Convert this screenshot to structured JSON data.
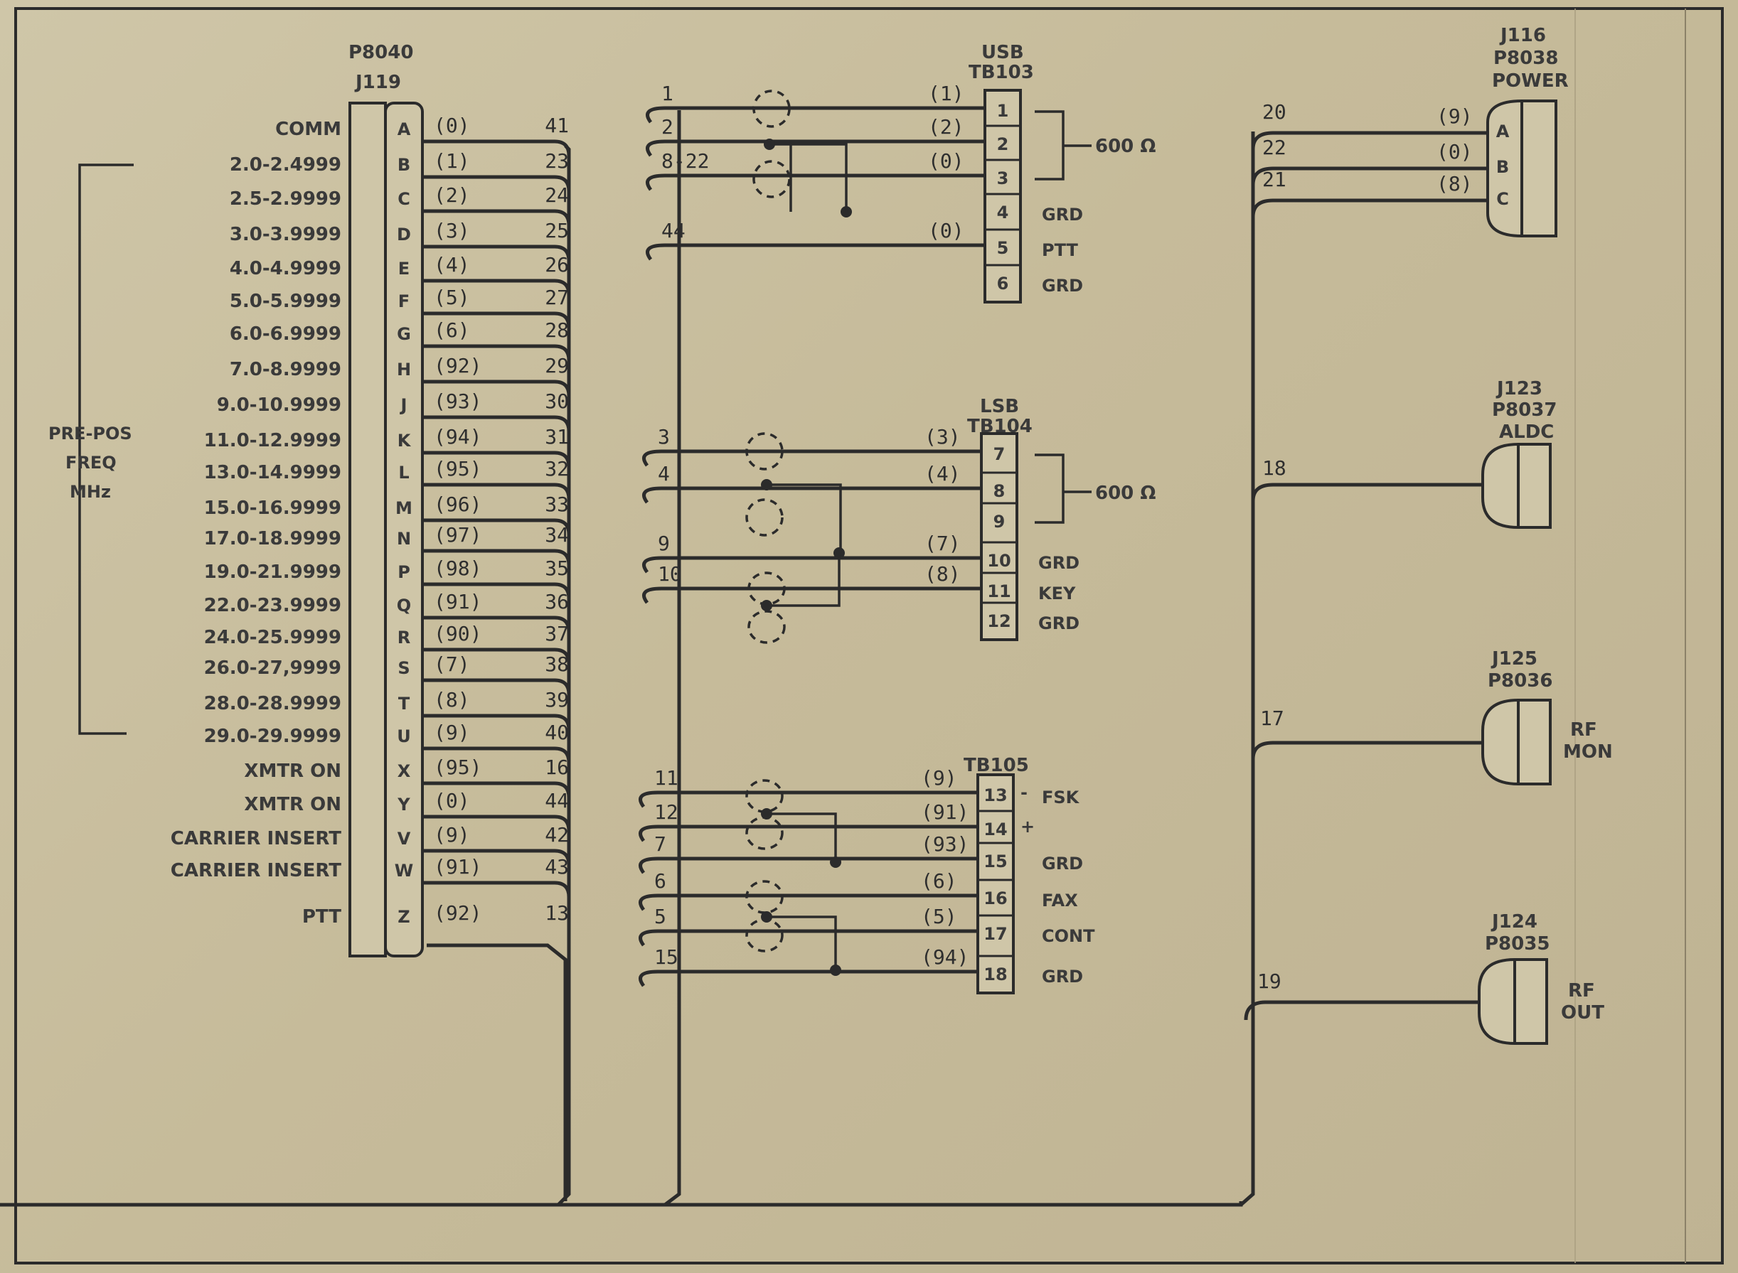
{
  "j119": {
    "connector": "P8040",
    "jack": "J119",
    "pins": [
      {
        "label": "COMM",
        "pin": "A",
        "wire": "(0)",
        "term": "41"
      },
      {
        "label": "2.0-2.4999",
        "pin": "B",
        "wire": "(1)",
        "term": "23"
      },
      {
        "label": "2.5-2.9999",
        "pin": "C",
        "wire": "(2)",
        "term": "24"
      },
      {
        "label": "3.0-3.9999",
        "pin": "D",
        "wire": "(3)",
        "term": "25"
      },
      {
        "label": "4.0-4.9999",
        "pin": "E",
        "wire": "(4)",
        "term": "26"
      },
      {
        "label": "5.0-5.9999",
        "pin": "F",
        "wire": "(5)",
        "term": "27"
      },
      {
        "label": "6.0-6.9999",
        "pin": "G",
        "wire": "(6)",
        "term": "28"
      },
      {
        "label": "7.0-8.9999",
        "pin": "H",
        "wire": "(92)",
        "term": "29"
      },
      {
        "label": "9.0-10.9999",
        "pin": "J",
        "wire": "(93)",
        "term": "30"
      },
      {
        "label": "11.0-12.9999",
        "pin": "K",
        "wire": "(94)",
        "term": "31"
      },
      {
        "label": "13.0-14.9999",
        "pin": "L",
        "wire": "(95)",
        "term": "32"
      },
      {
        "label": "15.0-16.9999",
        "pin": "M",
        "wire": "(96)",
        "term": "33"
      },
      {
        "label": "17.0-18.9999",
        "pin": "N",
        "wire": "(97)",
        "term": "34"
      },
      {
        "label": "19.0-21.9999",
        "pin": "P",
        "wire": "(98)",
        "term": "35"
      },
      {
        "label": "22.0-23.9999",
        "pin": "Q",
        "wire": "(91)",
        "term": "36"
      },
      {
        "label": "24.0-25.9999",
        "pin": "R",
        "wire": "(90)",
        "term": "37"
      },
      {
        "label": "26.0-27,9999",
        "pin": "S",
        "wire": "(7)",
        "term": "38"
      },
      {
        "label": "28.0-28.9999",
        "pin": "T",
        "wire": "(8)",
        "term": "39"
      },
      {
        "label": "29.0-29.9999",
        "pin": "U",
        "wire": "(9)",
        "term": "40"
      },
      {
        "label": "XMTR ON",
        "pin": "X",
        "wire": "(95)",
        "term": "16"
      },
      {
        "label": "XMTR ON",
        "pin": "Y",
        "wire": "(0)",
        "term": "44"
      },
      {
        "label": "CARRIER INSERT",
        "pin": "V",
        "wire": "(9)",
        "term": "42"
      },
      {
        "label": "CARRIER INSERT",
        "pin": "W",
        "wire": "(91)",
        "term": "43"
      },
      {
        "label": "PTT",
        "pin": "Z",
        "wire": "(92)",
        "term": "13"
      }
    ]
  },
  "prepos": {
    "line1": "PRE-POS",
    "line2": "FREQ",
    "line3": "MHz"
  },
  "tb103": {
    "title1": "USB",
    "title2": "TB103",
    "impedance": "600 Ω",
    "rows": [
      {
        "src": "1",
        "wire": "(1)",
        "term": "1",
        "fn": ""
      },
      {
        "src": "2",
        "wire": "(2)",
        "term": "2",
        "fn": ""
      },
      {
        "src": "8-22",
        "wire": "(0)",
        "term": "3",
        "fn": ""
      },
      {
        "src": "",
        "wire": "",
        "term": "4",
        "fn": "GRD"
      },
      {
        "src": "44",
        "wire": "(0)",
        "term": "5",
        "fn": "PTT"
      },
      {
        "src": "",
        "wire": "",
        "term": "6",
        "fn": "GRD"
      }
    ]
  },
  "tb104": {
    "title1": "LSB",
    "title2": "TB104",
    "impedance": "600 Ω",
    "rows": [
      {
        "src": "3",
        "wire": "(3)",
        "term": "7",
        "fn": ""
      },
      {
        "src": "4",
        "wire": "(4)",
        "term": "8",
        "fn": ""
      },
      {
        "src": "",
        "wire": "",
        "term": "9",
        "fn": ""
      },
      {
        "src": "9",
        "wire": "(7)",
        "term": "10",
        "fn": "GRD"
      },
      {
        "src": "10",
        "wire": "(8)",
        "term": "11",
        "fn": "KEY"
      },
      {
        "src": "",
        "wire": "",
        "term": "12",
        "fn": "GRD"
      }
    ]
  },
  "tb105": {
    "title": "TB105",
    "rows": [
      {
        "src": "11",
        "wire": "(9)",
        "term": "13",
        "pol": "-",
        "fn": "FSK"
      },
      {
        "src": "12",
        "wire": "(91)",
        "term": "14",
        "pol": "+",
        "fn": ""
      },
      {
        "src": "7",
        "wire": "(93)",
        "term": "15",
        "pol": "",
        "fn": "GRD"
      },
      {
        "src": "6",
        "wire": "(6)",
        "term": "16",
        "pol": "",
        "fn": "FAX"
      },
      {
        "src": "5",
        "wire": "(5)",
        "term": "17",
        "pol": "",
        "fn": "CONT"
      },
      {
        "src": "15",
        "wire": "(94)",
        "term": "18",
        "pol": "",
        "fn": "GRD"
      }
    ]
  },
  "j116": {
    "l1": "J116",
    "l2": "P8038",
    "l3": "POWER",
    "rows": [
      {
        "src": "20",
        "wire": "(9)",
        "pin": "A"
      },
      {
        "src": "22",
        "wire": "(0)",
        "pin": "B"
      },
      {
        "src": "21",
        "wire": "(8)",
        "pin": "C"
      }
    ]
  },
  "j123": {
    "l1": "J123",
    "l2": "P8037",
    "l3": "ALDC",
    "src": "18"
  },
  "j125": {
    "l1": "J125",
    "l2": "P8036",
    "fn1": "RF",
    "fn2": "MON",
    "src": "17"
  },
  "j124": {
    "l1": "J124",
    "l2": "P8035",
    "fn1": "RF",
    "fn2": "OUT",
    "src": "19"
  }
}
